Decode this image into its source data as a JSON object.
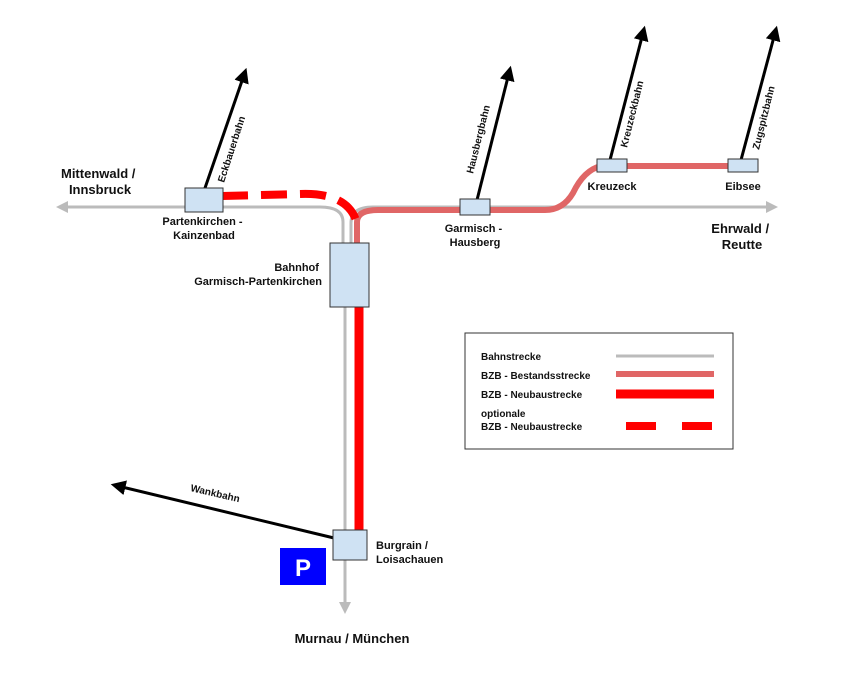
{
  "colors": {
    "rail": "#bbbbbb",
    "bzb_existing": "#e06666",
    "bzb_new": "#ff0000",
    "station_fill": "#cfe2f3",
    "station_stroke": "#333333",
    "parking": "#0000ff",
    "cable": "#000000"
  },
  "destinations": {
    "west": [
      "Mittenwald /",
      "Innsbruck"
    ],
    "east": [
      "Ehrwald /",
      "Reutte"
    ],
    "south": "Murnau / München"
  },
  "stations": {
    "partenkirchen": [
      "Partenkirchen -",
      "Kainzenbad"
    ],
    "bahnhof": [
      "Bahnhof",
      "Garmisch-Partenkirchen"
    ],
    "hausberg": [
      "Garmisch -",
      "Hausberg"
    ],
    "kreuzeck": "Kreuzeck",
    "eibsee": "Eibsee",
    "burgrain": [
      "Burgrain /",
      "Loisachauen"
    ]
  },
  "cableways": {
    "eckbauer": "Eckbauerbahn",
    "hausberg": "Hausbergbahn",
    "kreuzeck": "Kreuzeckbahn",
    "zugspitz": "Zugspitzbahn",
    "wank": "Wankbahn"
  },
  "parking": {
    "label": "P"
  },
  "legend": {
    "rail": "Bahnstrecke",
    "existing": "BZB - Bestandsstrecke",
    "new": "BZB - Neubaustrecke",
    "optional": [
      "optionale",
      "BZB - Neubaustrecke"
    ]
  }
}
